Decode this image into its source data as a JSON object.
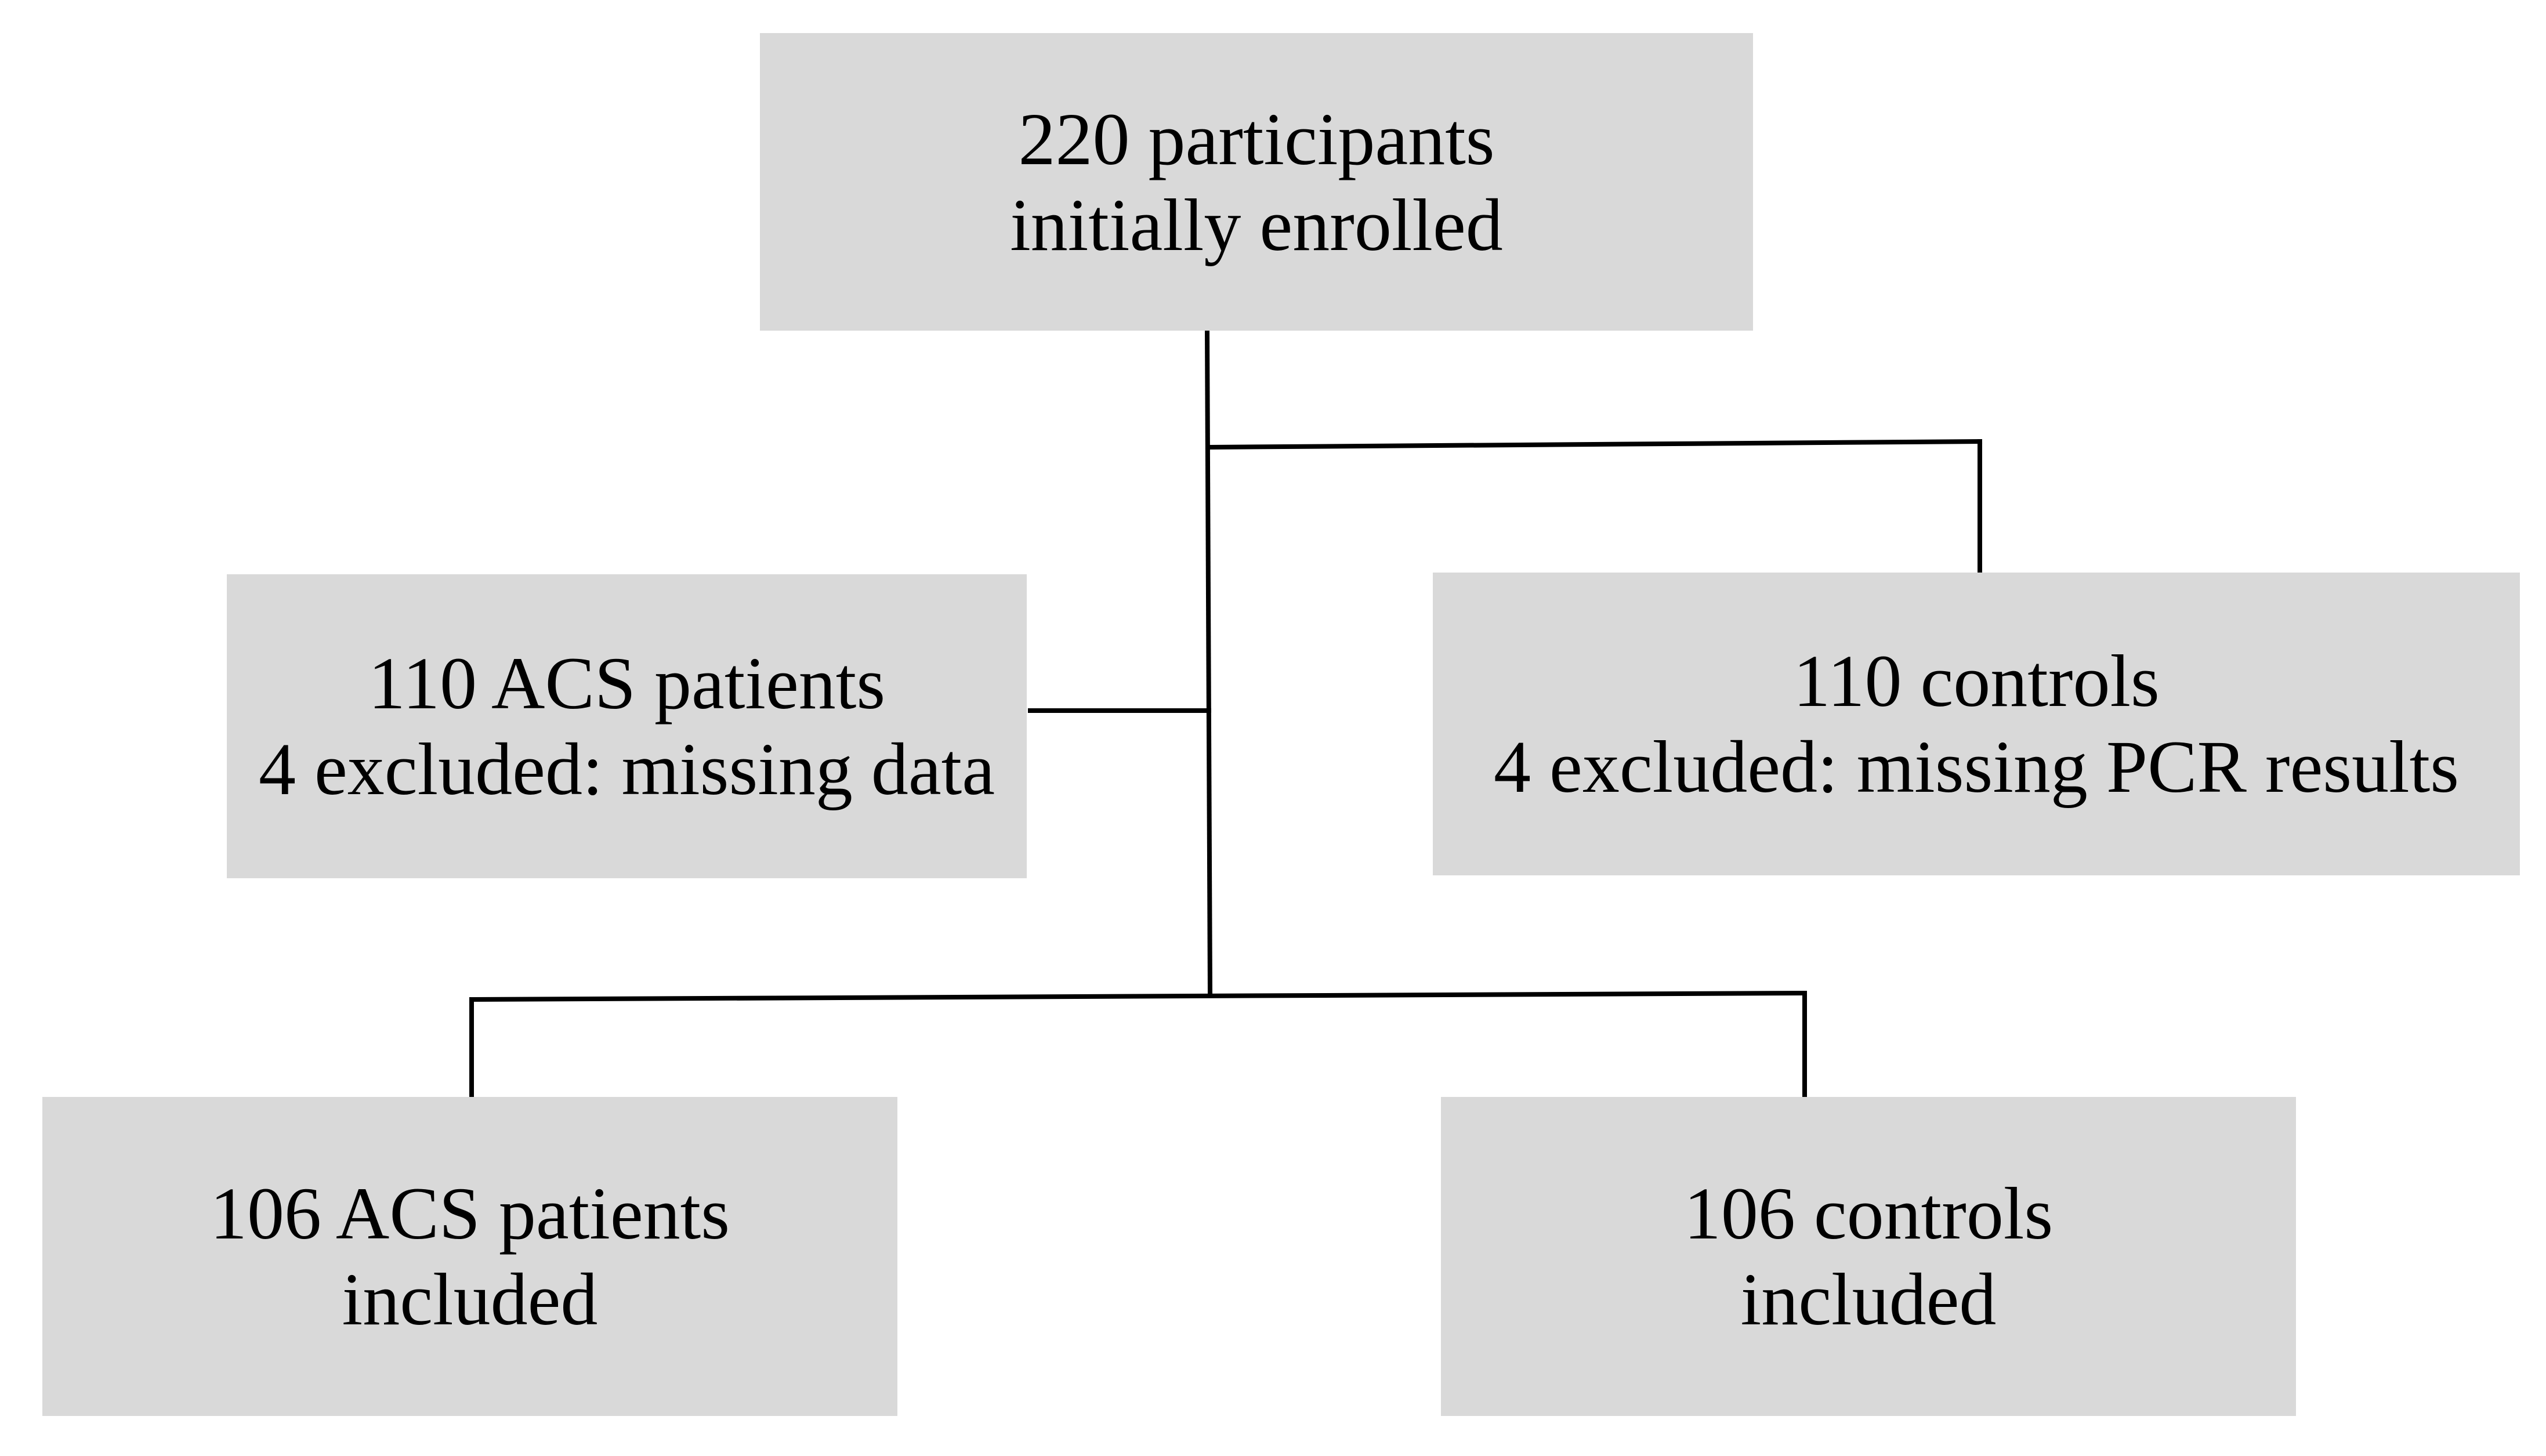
{
  "flowchart": {
    "enrolled": {
      "line1": "220 participants",
      "line2": "initially enrolled"
    },
    "acs_group": {
      "line1": "110 ACS patients",
      "line2": "4 excluded: missing data"
    },
    "control_group": {
      "line1": "110 controls",
      "line2": "4 excluded: missing PCR results"
    },
    "acs_included": {
      "line1": "106 ACS patients",
      "line2": "included"
    },
    "controls_included": {
      "line1": "106 controls",
      "line2": "included"
    },
    "colors": {
      "box_fill": "#d9d9d9",
      "connector": "#000000",
      "text": "#000000"
    }
  }
}
